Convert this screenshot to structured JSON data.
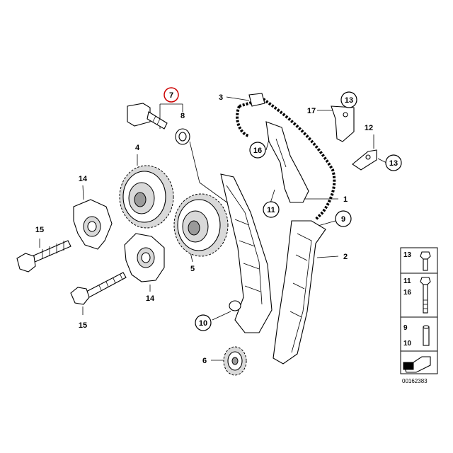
{
  "labels": {
    "l1": "1",
    "l2": "2",
    "l3": "3",
    "l4": "4",
    "l5": "5",
    "l6": "6",
    "l7": "7",
    "l8": "8",
    "l9": "9",
    "l10": "10",
    "l11": "11",
    "l12": "12",
    "l13a": "13",
    "l13b": "13",
    "l14a": "14",
    "l14b": "14",
    "l15a": "15",
    "l15b": "15",
    "l16": "16",
    "l17": "17"
  },
  "legend": {
    "row1": [
      "13"
    ],
    "row2": [
      "11",
      "16"
    ],
    "row3": [
      "9",
      "10"
    ]
  },
  "ref_number": "00162383",
  "colors": {
    "highlight": "#cc0000",
    "line": "#000000"
  }
}
